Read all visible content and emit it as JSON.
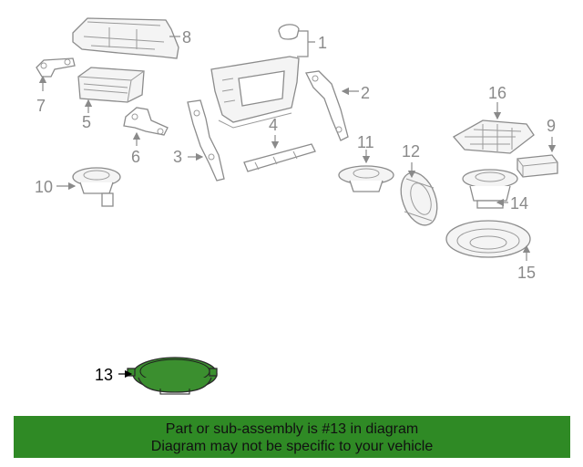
{
  "diagram": {
    "callouts": {
      "c1": "1",
      "c2": "2",
      "c3": "3",
      "c4": "4",
      "c5": "5",
      "c6": "6",
      "c7": "7",
      "c8": "8",
      "c9": "9",
      "c10": "10",
      "c11": "11",
      "c12": "12",
      "c13": "13",
      "c14": "14",
      "c15": "15",
      "c16": "16"
    },
    "highlighted_part": "13",
    "colors": {
      "highlight": "#3b8f2f",
      "banner": "#2f8a25",
      "parts": "#8c8c8c"
    }
  },
  "banner": {
    "line1": "Part or sub-assembly is #13 in diagram",
    "line2": "Diagram may not be specific to your vehicle"
  }
}
